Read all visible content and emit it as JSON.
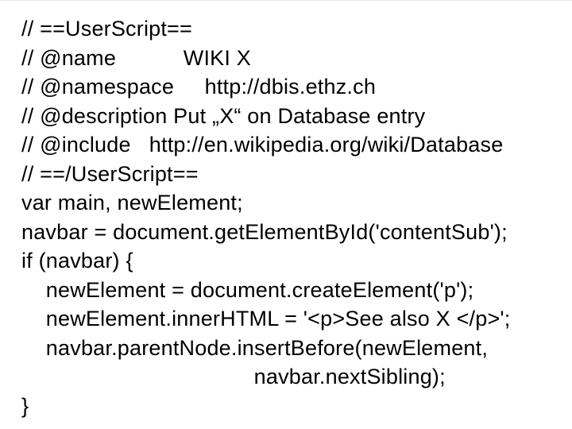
{
  "page": {
    "background_color": "#ffffff",
    "text_color": "#000000",
    "kind": "slide-with-code"
  },
  "code": {
    "language": "javascript-userscript",
    "lines": [
      "// ==UserScript==",
      "// @name           WIKI X",
      "// @namespace     http://dbis.ethz.ch",
      "// @description Put „X“ on Database entry",
      "// @include   http://en.wikipedia.org/wiki/Database",
      "// ==/UserScript==",
      "var main, newElement;",
      "navbar = document.getElementById('contentSub');",
      "if (navbar) {",
      "    newElement = document.createElement('p');",
      "    newElement.innerHTML = '<p>See also X </p>';",
      "    navbar.parentNode.insertBefore(newElement,",
      "                                      navbar.nextSibling);",
      "}"
    ]
  }
}
